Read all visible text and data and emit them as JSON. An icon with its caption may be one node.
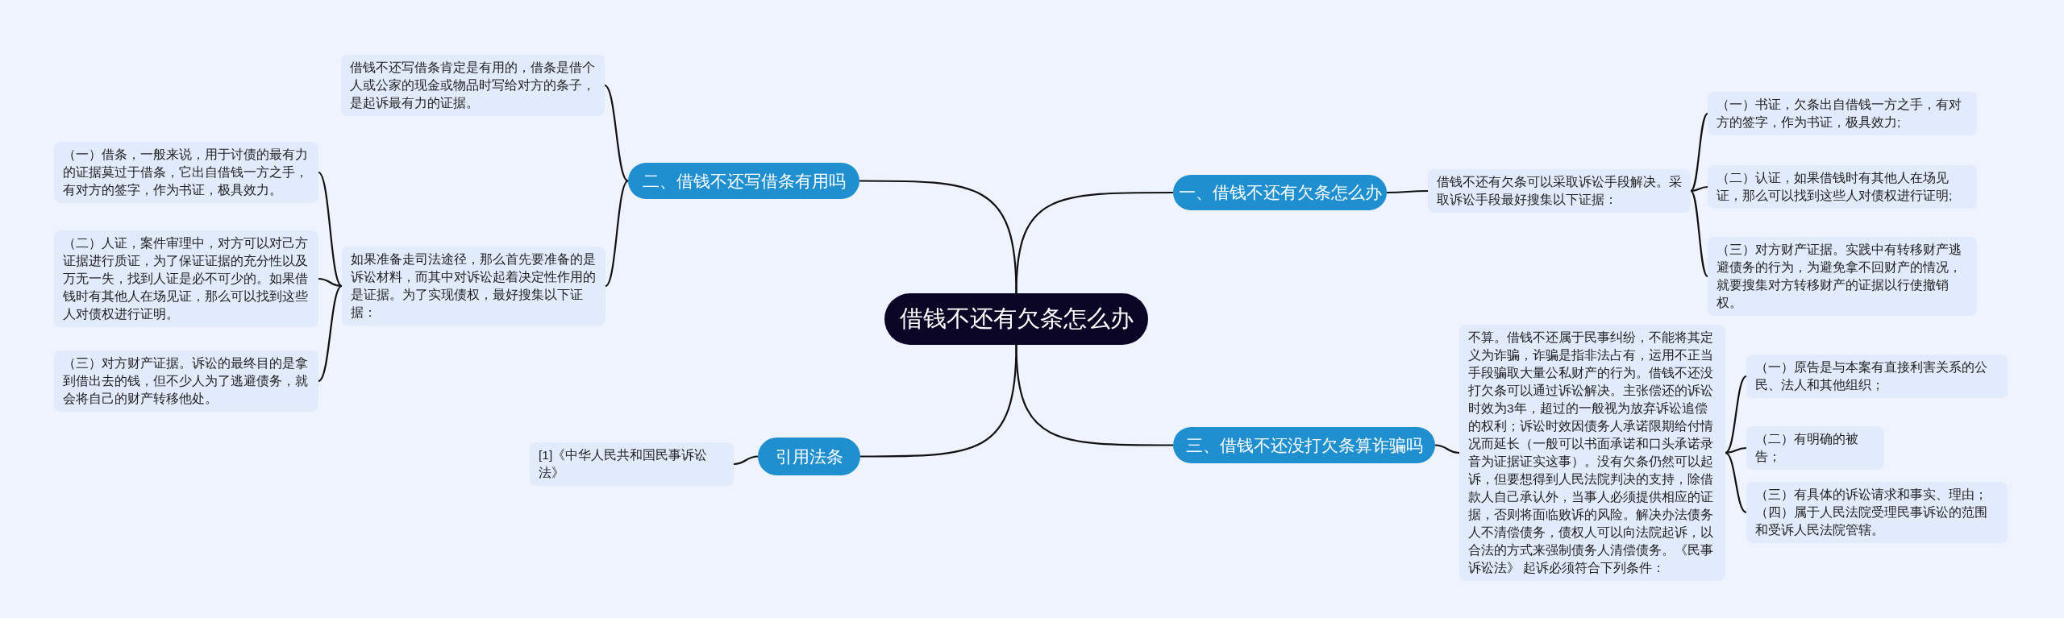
{
  "diagram": {
    "nodes": [
      {
        "text": [
          "借钱不还有欠条怎么办"
        ]
      },
      {
        "text": [
          "一、借钱不还有欠条怎么办"
        ]
      },
      {
        "text": [
          "借钱不还有欠条可以采取诉讼手段解决。采取诉讼手段最好搜集以下证据："
        ]
      },
      {
        "text": [
          "（一）书证，欠条出自借钱一方之手，有对方的签字，作为书证，极具效力;"
        ]
      },
      {
        "text": [
          "（二）认证，如果借钱时有其他人在场见证，那么可以找到这些人对债权进行证明;"
        ]
      },
      {
        "text": [
          "（三）对方财产证据。实践中有转移财产逃避债务的行为，为避免拿不回财产的情况，就要搜集对方转移财产的证据以行使撤销权。"
        ]
      },
      {
        "text": [
          "三、借钱不还没打欠条算诈骗吗"
        ]
      },
      {
        "text": [
          "不算。借钱不还属于民事纠纷，不能将其定义为诈骗，诈骗是指非法占有，运用不正当手段骗取大量公私财产的行为。借钱不还没打欠条可以通过诉讼解决。主张偿还的诉讼时效为3年，超过的一般视为放弃诉讼追偿的权利；诉讼时效因债务人承诺限期给付情况而延长（一般可以书面承诺和口头承诺录音为证据证实这事）。没有欠条仍然可以起诉，但要想得到人民法院判决的支持，除借款人自己承认外，当事人必须提供相应的证据，否则将面临败诉的风险。解决办法债务人不清偿债务，债权人可以向法院起诉，以合法的方式来强制债务人清偿债务。《民事诉讼法》 起诉必须符合下列条件："
        ]
      },
      {
        "text": [
          "（一）原告是与本案有直接利害关系的公民、法人和其他组织；"
        ]
      },
      {
        "text": [
          "（二）有明确的被告；"
        ]
      },
      {
        "text": [
          "（三）有具体的诉讼请求和事实、理由；（四）属于人民法院受理民事诉讼的范围和受诉人民法院管辖。"
        ]
      },
      {
        "text": [
          "二、借钱不还写借条有用吗"
        ]
      },
      {
        "text": [
          "借钱不还写借条肯定是有用的，借条是借个人或公家的现金或物品时写给对方的条子，是起诉最有力的证据。"
        ]
      },
      {
        "text": [
          "如果准备走司法途径，那么首先要准备的是诉讼材料，而其中对诉讼起着决定性作用的是证据。为了实现债权，最好搜集以下证据："
        ]
      },
      {
        "text": [
          "（一）借条，一般来说，用于讨债的最有力的证据莫过于借条，它出自借钱一方之手，有对方的签字，作为书证，极具效力。"
        ]
      },
      {
        "text": [
          "（二）人证，案件审理中，对方可以对己方证据进行质证，为了保证证据的充分性以及万无一失，找到人证是必不可少的。如果借钱时有其他人在场见证，那么可以找到这些人对债权进行证明。"
        ]
      },
      {
        "text": [
          "（三）对方财产证据。诉讼的最终目的是拿到借出去的钱，但不少人为了逃避债务，就会将自己的财产转移他处。"
        ]
      },
      {
        "text": [
          "引用法条"
        ]
      },
      {
        "text": [
          "[1]《中华人民共和国民事诉讼法》"
        ]
      }
    ],
    "edges": [
      {
        "from": 0,
        "to": 1,
        "arrow": "none"
      },
      {
        "from": 1,
        "to": 2,
        "arrow": "none"
      },
      {
        "from": 2,
        "to": 3,
        "arrow": "none"
      },
      {
        "from": 2,
        "to": 4,
        "arrow": "none"
      },
      {
        "from": 2,
        "to": 5,
        "arrow": "none"
      },
      {
        "from": 0,
        "to": 6,
        "arrow": "none"
      },
      {
        "from": 6,
        "to": 7,
        "arrow": "none"
      },
      {
        "from": 7,
        "to": 8,
        "arrow": "none"
      },
      {
        "from": 7,
        "to": 9,
        "arrow": "none"
      },
      {
        "from": 7,
        "to": 10,
        "arrow": "none"
      },
      {
        "from": 0,
        "to": 11,
        "arrow": "none"
      },
      {
        "from": 11,
        "to": 12,
        "arrow": "none"
      },
      {
        "from": 11,
        "to": 13,
        "arrow": "none"
      },
      {
        "from": 13,
        "to": 14,
        "arrow": "none"
      },
      {
        "from": 13,
        "to": 15,
        "arrow": "none"
      },
      {
        "from": 13,
        "to": 16,
        "arrow": "none"
      },
      {
        "from": 0,
        "to": 17,
        "arrow": "none"
      },
      {
        "from": 17,
        "to": 18,
        "arrow": "none"
      }
    ]
  }
}
